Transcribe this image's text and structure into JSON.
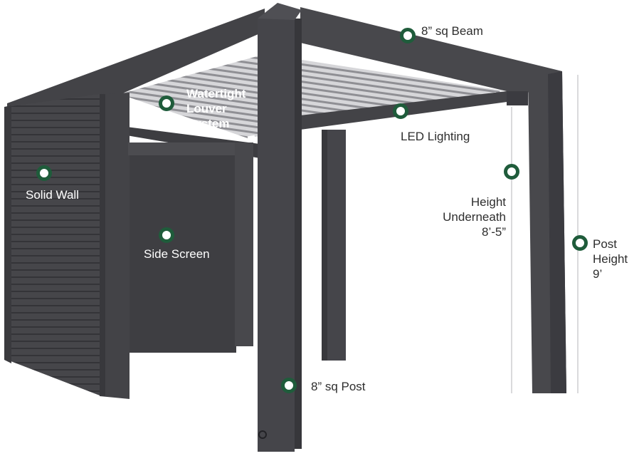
{
  "colors": {
    "frame": "#434347",
    "frame_dark": "#35353a",
    "frame_light": "#545459",
    "louver": "#cfcfd2",
    "marker_ring": "#1f5c3b",
    "marker_center": "#ffffff",
    "dim_line": "#b5b5b8",
    "label_dark": "#2e2e2e",
    "label_light": "#ffffff"
  },
  "labels": {
    "beam": "8” sq Beam",
    "louver": [
      "Watertight",
      "Louver",
      "System"
    ],
    "led": "LED Lighting",
    "solid_wall": "Solid Wall",
    "side_screen": "Side Screen",
    "height_underneath": [
      "Height",
      "Underneath",
      "8’-5”"
    ],
    "post_height": [
      "Post",
      "Height",
      "9’"
    ],
    "post": "8” sq Post"
  },
  "icons": {
    "marker": "hotspot-marker-icon"
  }
}
